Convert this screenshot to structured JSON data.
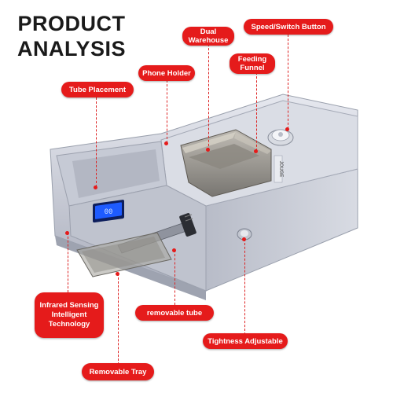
{
  "title": {
    "line1": "PRODUCT",
    "line2": "ANALYSIS"
  },
  "labels": {
    "dual_warehouse": "Dual Warehouse",
    "speed_switch": "Speed/Switch Button",
    "phone_holder": "Phone Holder",
    "feeding_funnel": "Feeding Funnel",
    "tube_placement": "Tube Placement",
    "infrared": "Infrared Sensing Intelligent Technology",
    "removable_tube": "removable tube",
    "tightness": "Tightness Adjustable",
    "removable_tray": "Removable Tray"
  },
  "device": {
    "brand": "JOUGE",
    "display_readout": "00"
  },
  "colors": {
    "accent": "#e51b1b",
    "display": "#1e5bff",
    "body_silver": "#c9ccd6"
  }
}
